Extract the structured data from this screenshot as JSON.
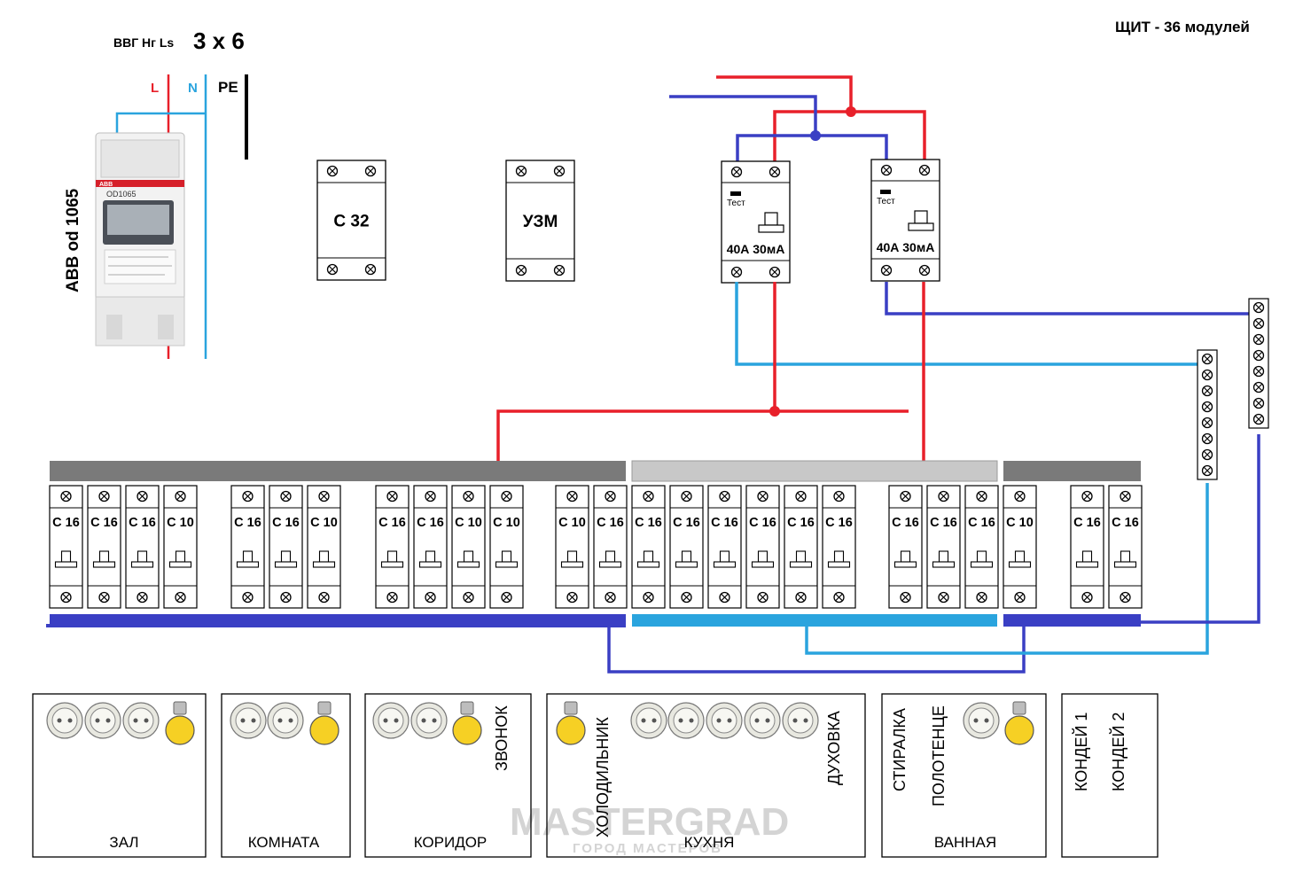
{
  "header": {
    "title": "ЩИТ - 36 модулей",
    "cable_type": "ВВГ Нг Ls",
    "cable_size": "3 х 6"
  },
  "feed": {
    "l_label": "L",
    "n_label": "N",
    "pe_label": "PE"
  },
  "meter": {
    "name": "ABB od 1065",
    "brand": "ABB",
    "model": "OD1065"
  },
  "devices": {
    "main_breaker": "С 32",
    "voltage_relay": "УЗМ",
    "rcd_1": {
      "rating": "40А 30мА",
      "test": "Тест"
    },
    "rcd_2": {
      "rating": "40А 30мА",
      "test": "Тест"
    }
  },
  "breakers": [
    "С 16",
    "С 16",
    "С 16",
    "С 10",
    "С 16",
    "С 16",
    "С 10",
    "С 16",
    "С 16",
    "С 10",
    "С 10",
    "С 10",
    "С 16",
    "С 16",
    "С 16",
    "С 16",
    "С 16",
    "С 16",
    "С 16",
    "С 16",
    "С 16",
    "С 16",
    "С 10",
    "С 16",
    "С 16"
  ],
  "rooms": [
    {
      "name": "ЗАЛ",
      "sockets": 3,
      "lamp": true,
      "labels": []
    },
    {
      "name": "КОМНАТА",
      "sockets": 2,
      "lamp": true,
      "labels": []
    },
    {
      "name": "КОРИДОР",
      "sockets": 2,
      "lamp": true,
      "labels": [
        "ЗВОНОК"
      ]
    },
    {
      "name": "КУХНЯ",
      "sockets": 5,
      "lamp": true,
      "labels": [
        "ХОЛОДИЛЬНИК",
        "ДУХОВКА"
      ]
    },
    {
      "name": "ВАННАЯ",
      "sockets": 1,
      "lamp": true,
      "labels": [
        "СТИРАЛКА",
        "ПОЛОТЕНЦЕ"
      ]
    },
    {
      "name": "",
      "sockets": 0,
      "lamp": false,
      "labels": [
        "КОНДЕЙ  1",
        "КОНДЕЙ  2"
      ]
    }
  ],
  "watermark": {
    "text": "MASTERGRAD",
    "subtext": "ГОРОД МАСТЕРОВ"
  },
  "colors": {
    "phase": "#e8202a",
    "neutral_dark": "#3a3fc4",
    "neutral_light": "#2aa4de",
    "pe": "#000000",
    "bar_dark": "#7a7a7a",
    "bar_light": "#c8c8c8",
    "lamp": "#f6d024"
  }
}
